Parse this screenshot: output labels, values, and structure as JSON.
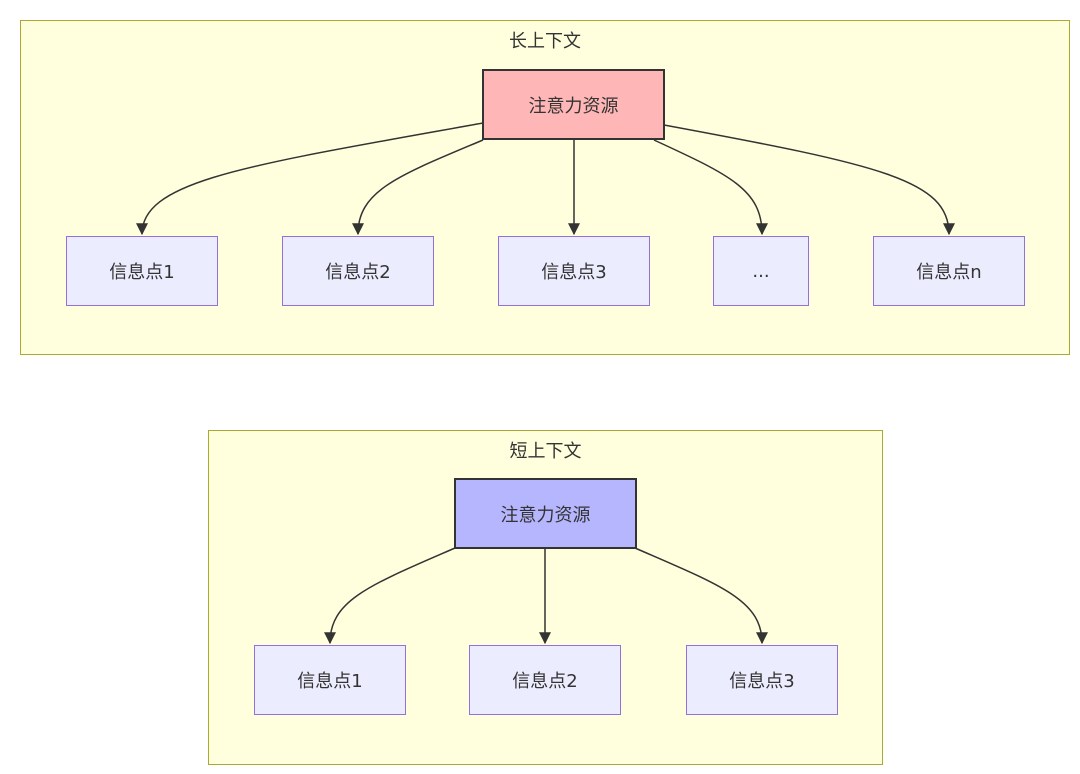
{
  "clusters": [
    {
      "id": "long",
      "title": "长上下文",
      "root": {
        "label": "注意力资源",
        "fill": "#ffb6b6"
      },
      "leaves": [
        "信息点1",
        "信息点2",
        "信息点3",
        "...",
        "信息点n"
      ]
    },
    {
      "id": "short",
      "title": "短上下文",
      "root": {
        "label": "注意力资源",
        "fill": "#b6b6ff"
      },
      "leaves": [
        "信息点1",
        "信息点2",
        "信息点3"
      ]
    }
  ],
  "colors": {
    "cluster_fill": "#ffffde",
    "cluster_border": "#aaaa33",
    "leaf_fill": "#ececff",
    "leaf_border": "#9370db",
    "edge": "#333333"
  }
}
